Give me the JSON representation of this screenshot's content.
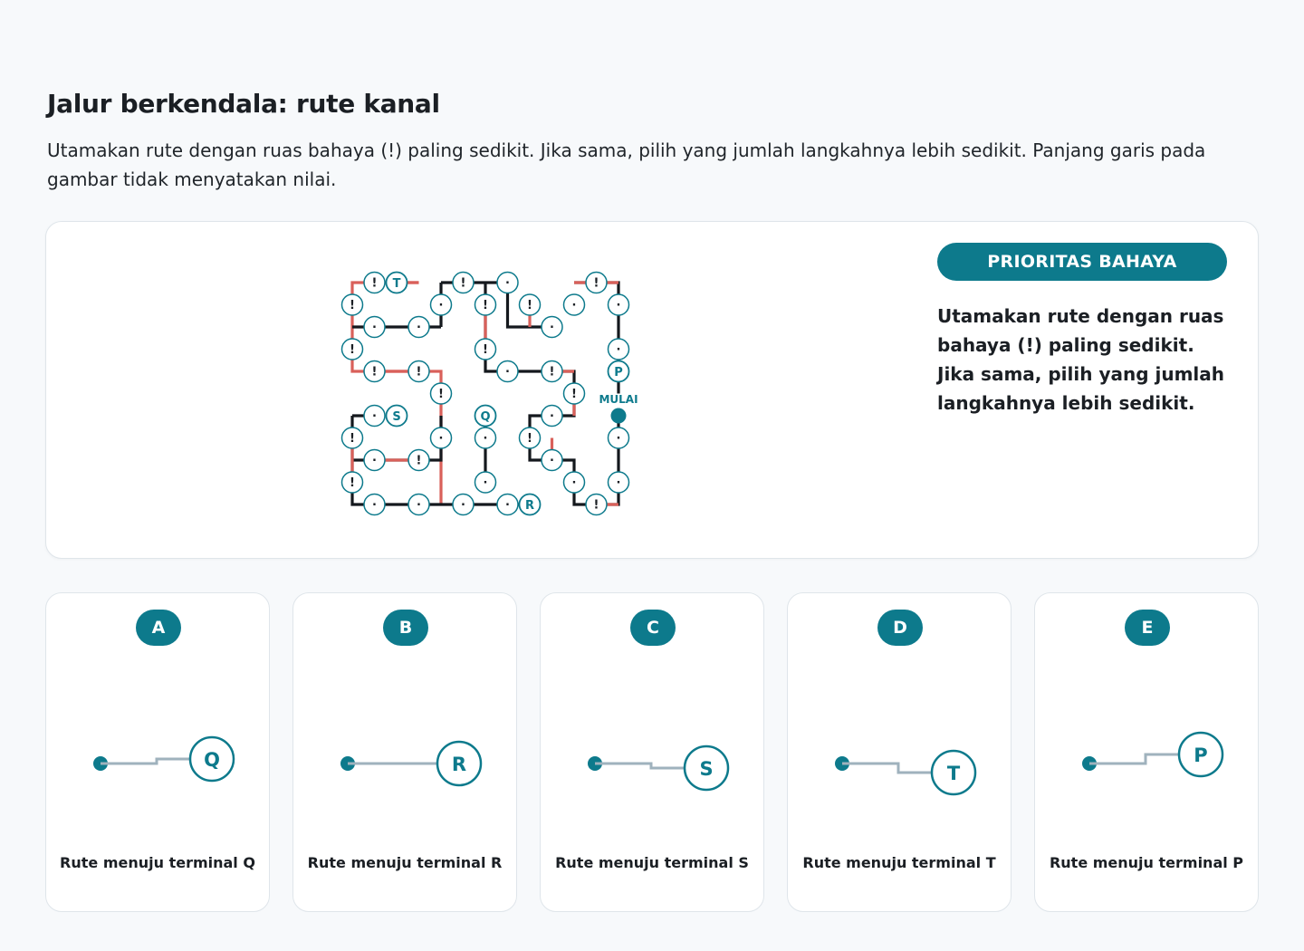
{
  "header": {
    "title": "Jalur berkendala: rute kanal",
    "subtitle": "Utamakan rute dengan ruas bahaya (!) paling sedikit. Jika sama, pilih yang jumlah langkahnya lebih sedikit. Panjang garis pada gambar tidak menyatakan nilai."
  },
  "board": {
    "start_label": "MULAI",
    "hazard_symbol": "!",
    "plain_symbol": "·",
    "colors": {
      "accent": "#0d7a8c",
      "hazard_edge": "#d9605a",
      "normal_edge": "#14181d",
      "node_fill": "#ffffff"
    }
  },
  "legend": {
    "title": "PRIORITAS BAHAYA",
    "text": "Utamakan rute dengan ruas bahaya (!) paling sedikit. Jika sama, pilih yang jumlah langkahnya lebih sedikit."
  },
  "options": [
    {
      "letter": "A",
      "terminal": "Q",
      "caption": "Rute menuju terminal Q"
    },
    {
      "letter": "B",
      "terminal": "R",
      "caption": "Rute menuju terminal R"
    },
    {
      "letter": "C",
      "terminal": "S",
      "caption": "Rute menuju terminal S"
    },
    {
      "letter": "D",
      "terminal": "T",
      "caption": "Rute menuju terminal T"
    },
    {
      "letter": "E",
      "terminal": "P",
      "caption": "Rute menuju terminal P"
    }
  ]
}
